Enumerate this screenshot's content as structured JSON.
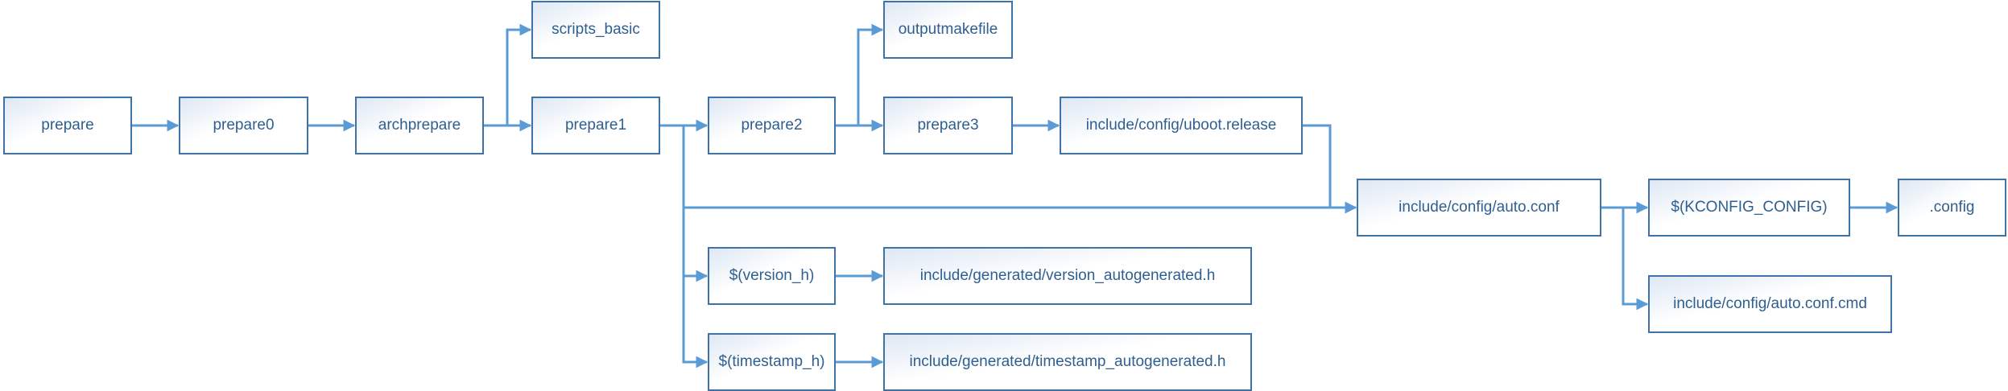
{
  "colors": {
    "border": "#3f73a8",
    "text": "#2f5f90",
    "arrow": "#5b9bd5",
    "fill_light": "#dde7f4"
  },
  "nodes": {
    "prepare": "prepare",
    "prepare0": "prepare0",
    "archprepare": "archprepare",
    "scripts_basic": "scripts_basic",
    "prepare1": "prepare1",
    "prepare2": "prepare2",
    "outputmakefile": "outputmakefile",
    "prepare3": "prepare3",
    "uboot_release": "include/config/uboot.release",
    "auto_conf": "include/config/auto.conf",
    "kconfig_config": "$(KCONFIG_CONFIG)",
    "dot_config": ".config",
    "auto_conf_cmd": "include/config/auto.conf.cmd",
    "version_h": "$(version_h)",
    "version_autogen": "include/generated/version_autogenerated.h",
    "timestamp_h": "$(timestamp_h)",
    "timestamp_autogen": "include/generated/timestamp_autogenerated.h"
  },
  "edges": [
    [
      "prepare",
      "prepare0"
    ],
    [
      "prepare0",
      "archprepare"
    ],
    [
      "archprepare",
      "prepare1"
    ],
    [
      "archprepare",
      "scripts_basic"
    ],
    [
      "prepare1",
      "prepare2"
    ],
    [
      "prepare1",
      "auto_conf"
    ],
    [
      "prepare1",
      "version_h"
    ],
    [
      "prepare1",
      "timestamp_h"
    ],
    [
      "prepare2",
      "prepare3"
    ],
    [
      "prepare2",
      "outputmakefile"
    ],
    [
      "prepare3",
      "uboot_release"
    ],
    [
      "uboot_release",
      "auto_conf"
    ],
    [
      "auto_conf",
      "kconfig_config"
    ],
    [
      "auto_conf",
      "auto_conf_cmd"
    ],
    [
      "kconfig_config",
      "dot_config"
    ],
    [
      "version_h",
      "version_autogen"
    ],
    [
      "timestamp_h",
      "timestamp_autogen"
    ]
  ]
}
